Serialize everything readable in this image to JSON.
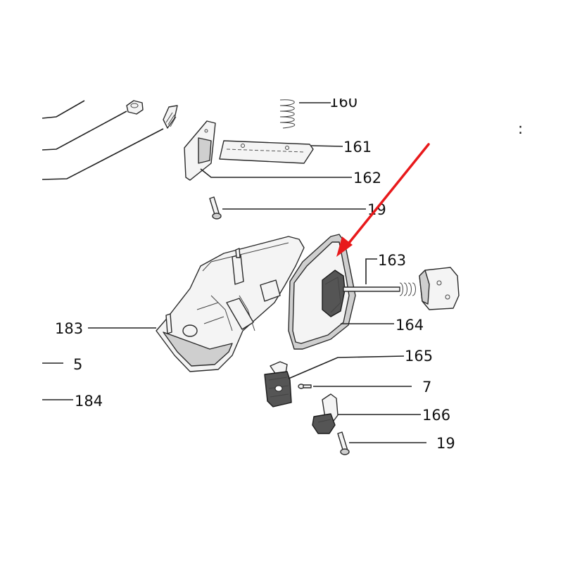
{
  "labels": {
    "l160": "160",
    "l161": "161",
    "l162": "162",
    "l19a": "19",
    "l163": "163",
    "l183": "183",
    "l164": "164",
    "l5": "5",
    "l165": "165",
    "l7": "7",
    "l184": "184",
    "l166": "166",
    "l19b": "19",
    "edge": ":"
  },
  "colors": {
    "arrow": "#e8191b",
    "ink": "#222222"
  },
  "icons": {
    "pointer": "red-arrow-icon"
  }
}
